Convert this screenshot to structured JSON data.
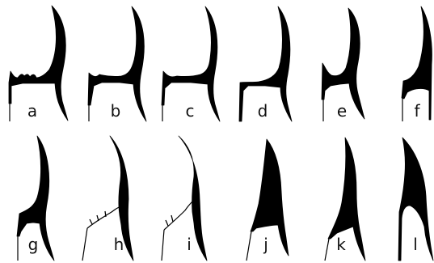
{
  "labels": {
    "a": "a",
    "b": "b",
    "c": "c",
    "d": "d",
    "e": "e",
    "f": "f",
    "g": "g",
    "h": "h",
    "i": "i",
    "j": "j",
    "k": "k",
    "l": "l"
  },
  "colors": {
    "ink": "#000000",
    "paper": "#ffffff"
  }
}
